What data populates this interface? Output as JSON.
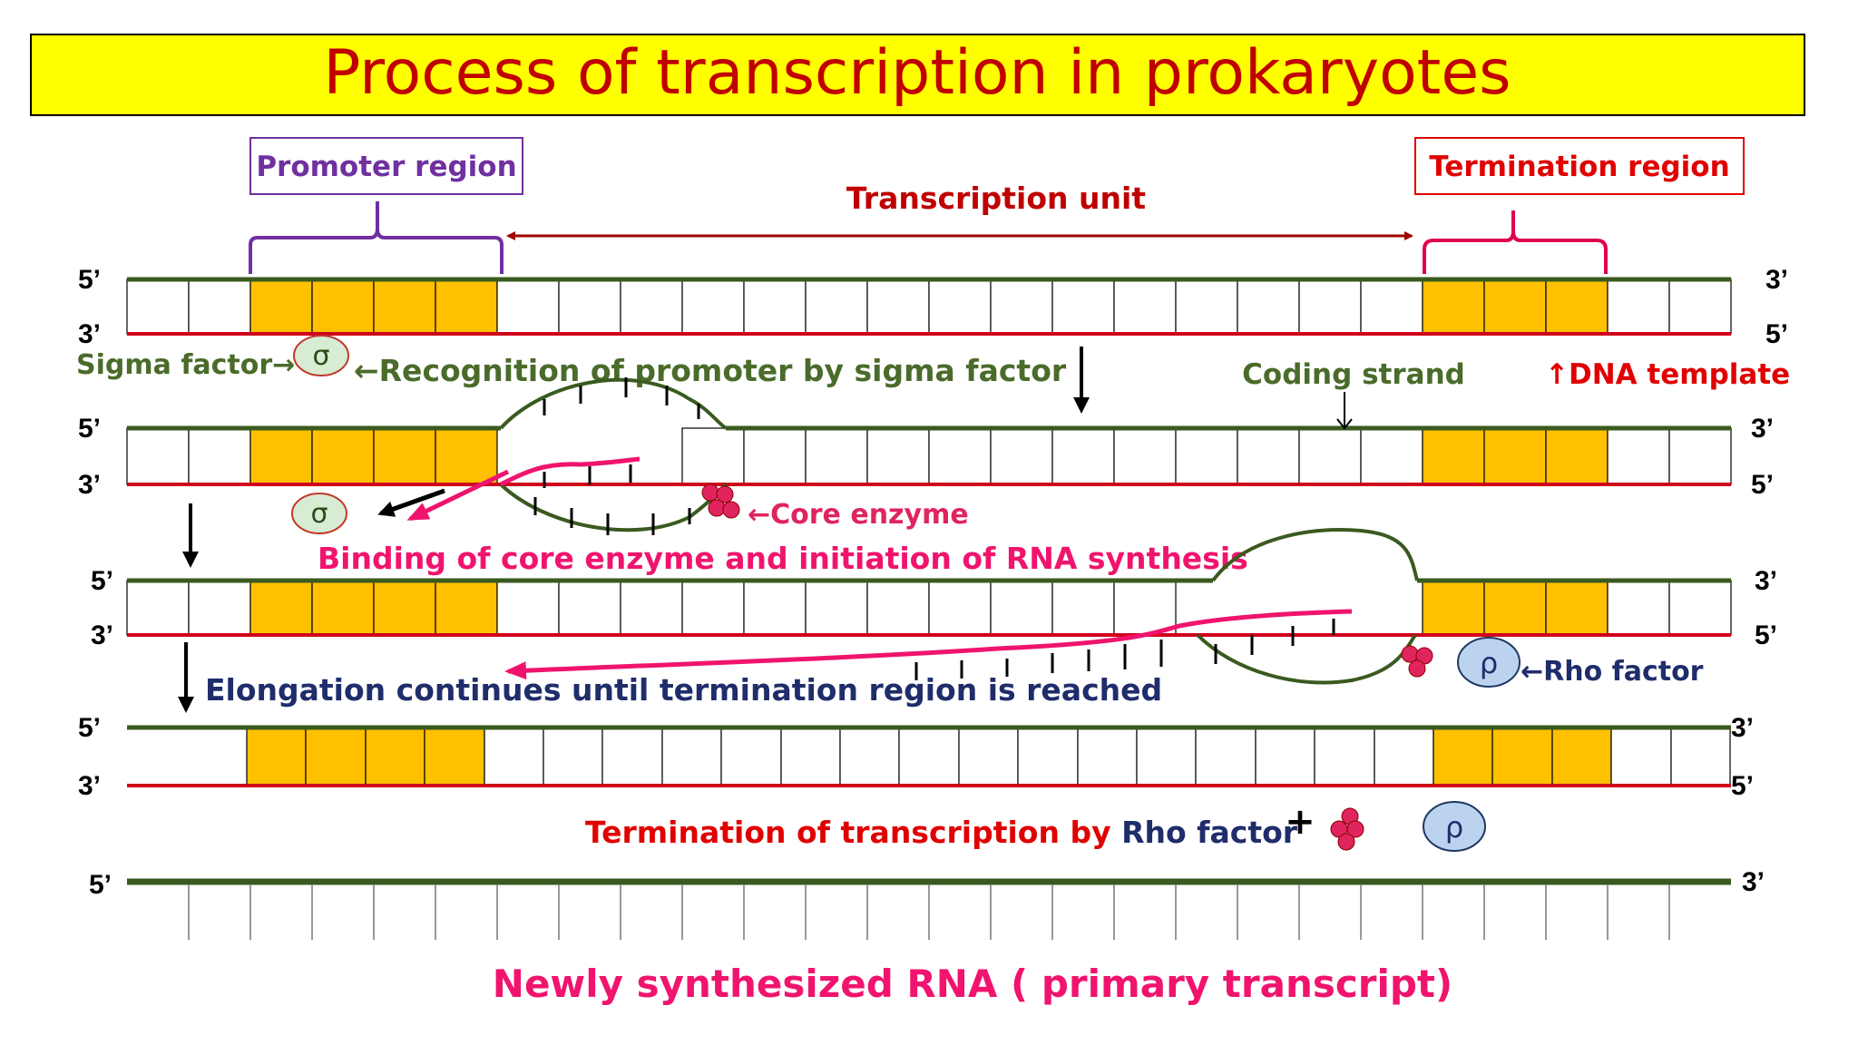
{
  "title": "Process of transcription in prokaryotes",
  "regions": {
    "promoter": "Promoter region",
    "termination": "Termination region",
    "unit": "Transcription unit"
  },
  "strand_ends": {
    "five": "5’",
    "three": "3’"
  },
  "labels": {
    "sigma_factor": "Sigma factor→",
    "recognition": "←Recognition of promoter by sigma factor",
    "coding_strand": "Coding strand",
    "dna_template": "↑DNA template",
    "core_enzyme": "←Core enzyme",
    "binding": "Binding of core enzyme and initiation of RNA synthesis",
    "rho_factor": "←Rho factor",
    "elongation": "Elongation continues until termination region is reached",
    "termination_part1": "Termination of transcription by ",
    "termination_part2": "Rho factor",
    "plus": "+",
    "primary_transcript": "Newly synthesized RNA ( primary transcript)"
  },
  "symbols": {
    "sigma": "σ",
    "rho": "ρ"
  },
  "colors": {
    "title_bg": "#ffff00",
    "title_text": "#c00000",
    "coding_strand": "#3a5a1f",
    "template_strand": "#d0021b",
    "rna": "#f0146e",
    "promoter_block": "#ffc000",
    "promoter_label": "#7030a0",
    "termination_label": "#e0004d",
    "sigma_fill": "#d8ecd3",
    "sigma_border": "#c0392b",
    "rho_fill": "#bcd3f0",
    "rho_border": "#1f3864",
    "enzyme": "#e0245e",
    "label_green": "#4a6b2a",
    "label_navy": "#1f2d6b",
    "label_red": "#e00000"
  }
}
